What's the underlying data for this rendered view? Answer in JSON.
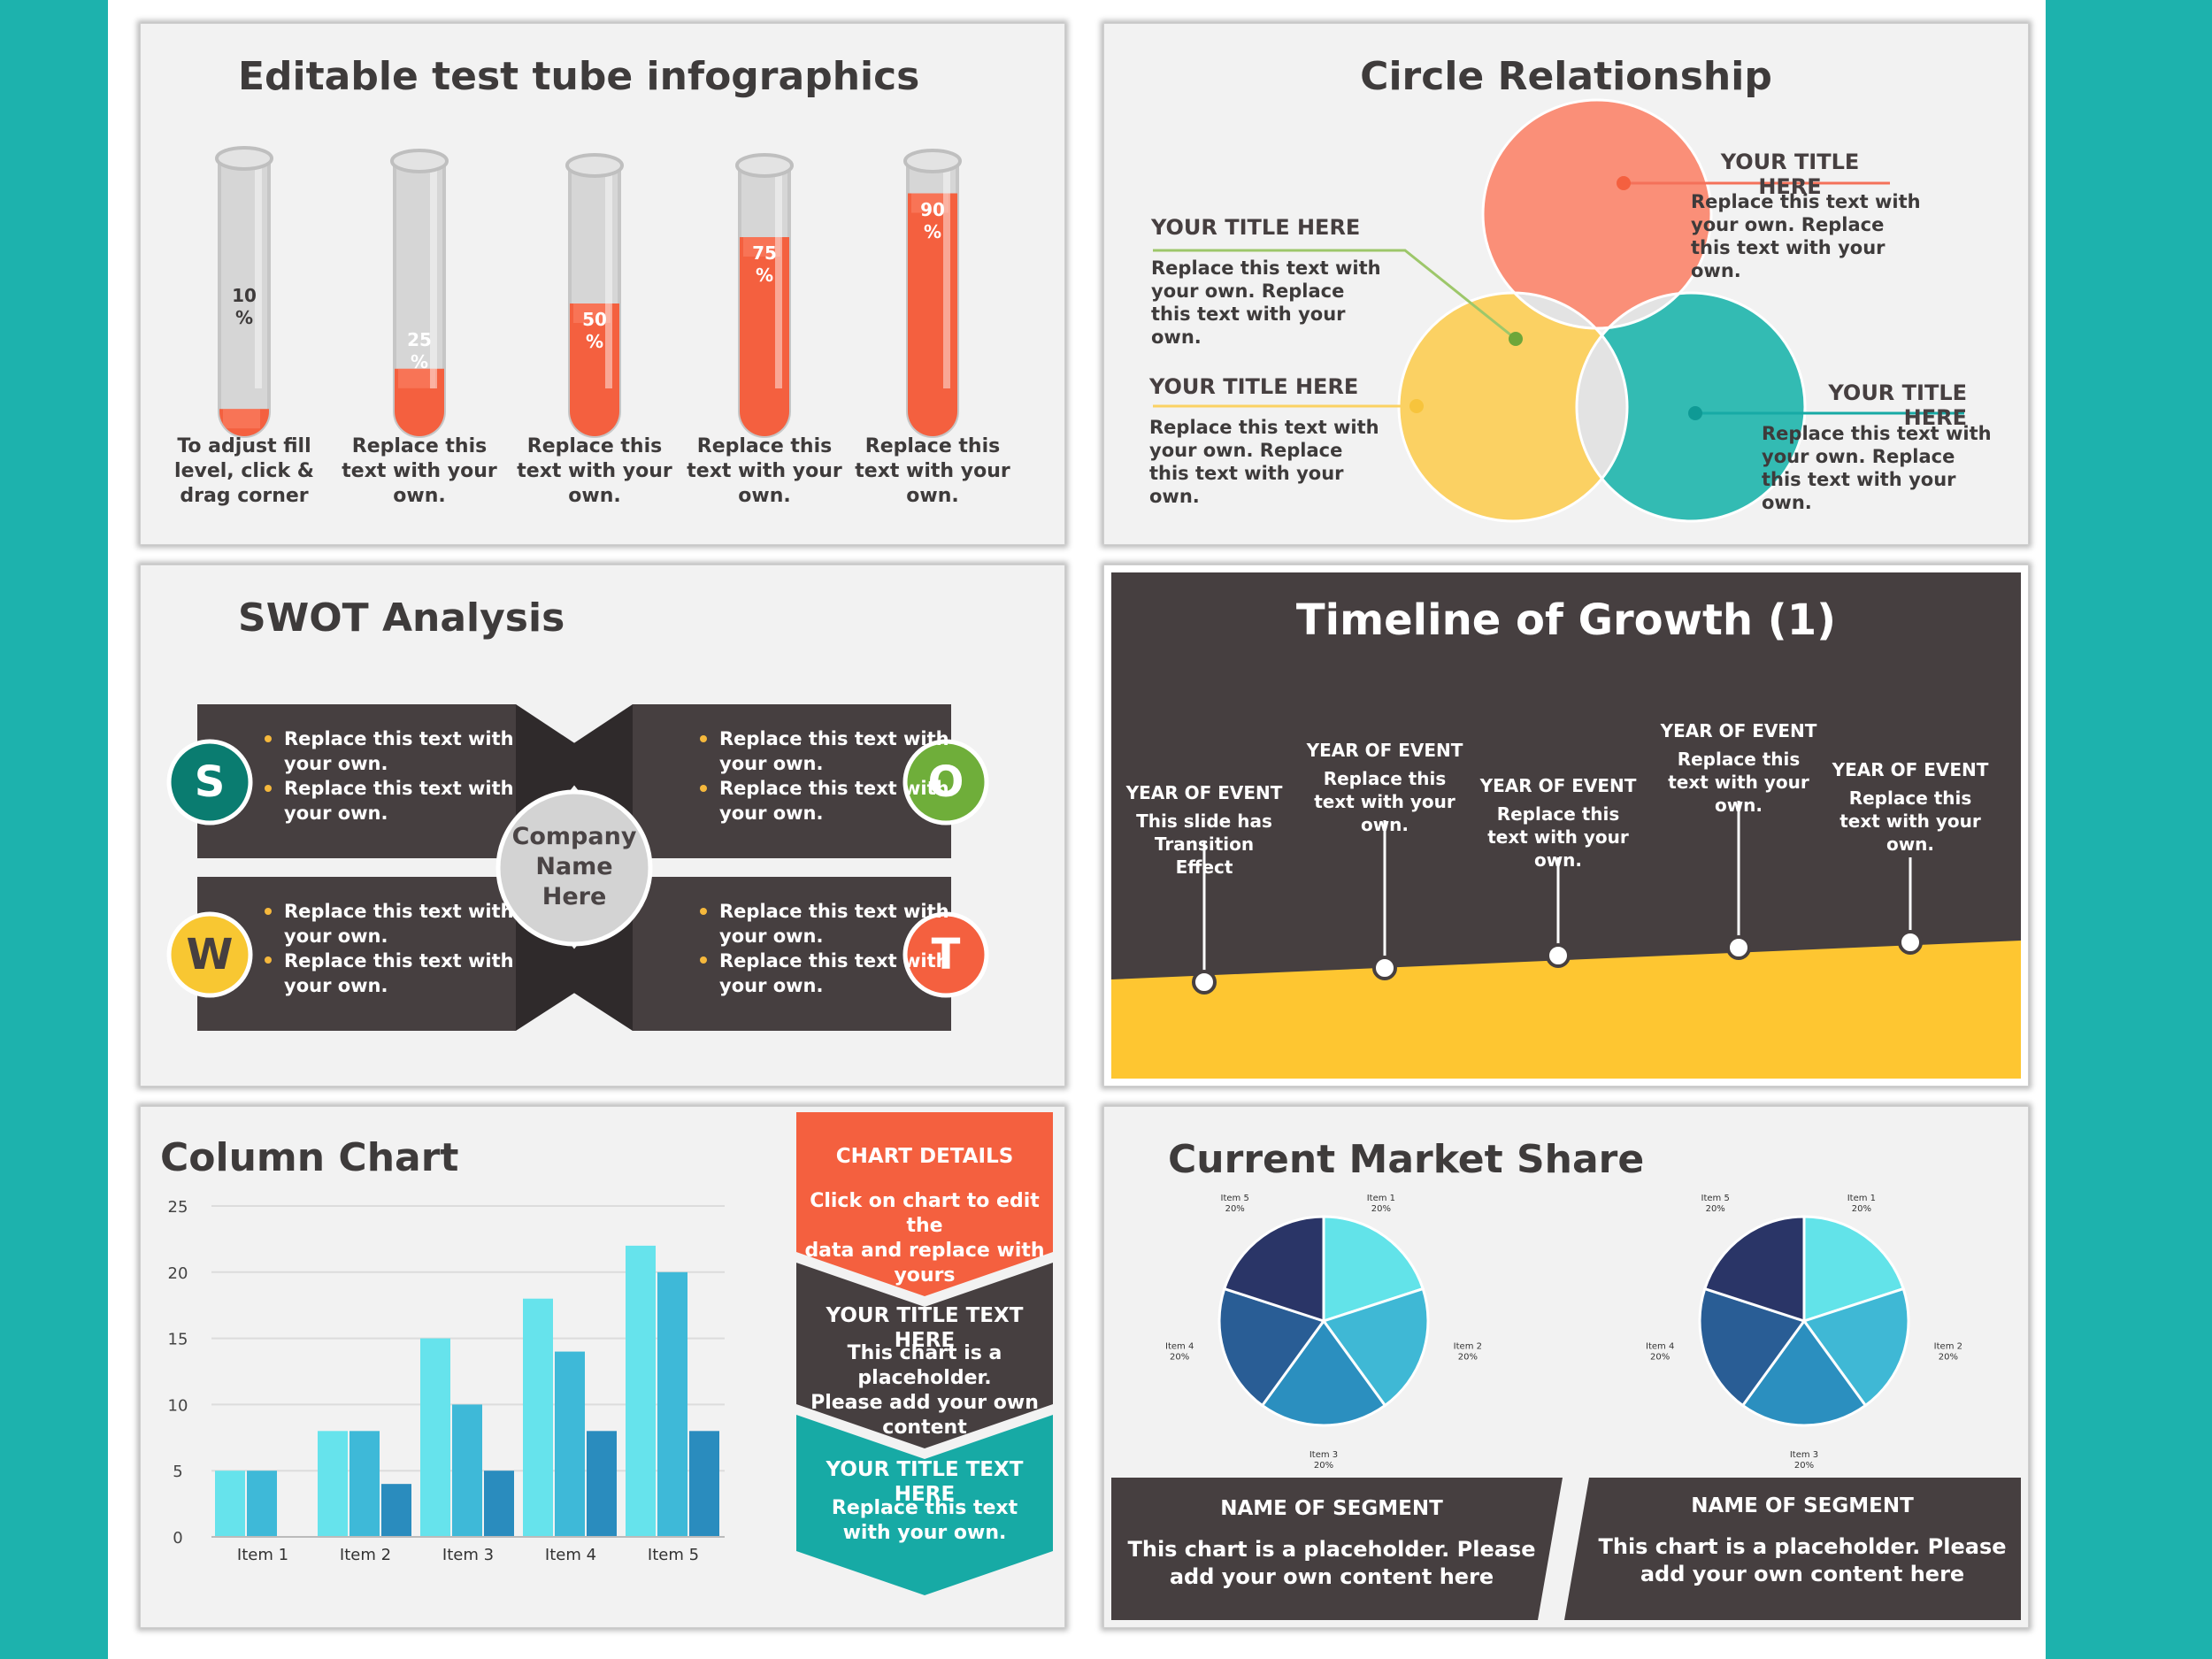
{
  "colors": {
    "teal_bg": "#1db2ad",
    "accent_red": "#f4603f",
    "accent_teal": "#17aaa5",
    "accent_yellow": "#fbd163",
    "dark": "#463f40",
    "timeline_yellow": "#fec631"
  },
  "tubes": {
    "title": "Editable test tube infographics",
    "items": [
      {
        "fill": 10,
        "label": "10",
        "unit": "%",
        "caption": [
          "To adjust fill",
          "level, click &",
          "drag corner"
        ]
      },
      {
        "fill": 25,
        "label": "25",
        "unit": "%",
        "caption": [
          "Replace this",
          "text with your",
          "own."
        ]
      },
      {
        "fill": 50,
        "label": "50",
        "unit": "%",
        "caption": [
          "Replace this",
          "text with your",
          "own."
        ]
      },
      {
        "fill": 75,
        "label": "75",
        "unit": "%",
        "caption": [
          "Replace this",
          "text with your",
          "own."
        ]
      },
      {
        "fill": 90,
        "label": "90",
        "unit": "%",
        "caption": [
          "Replace this",
          "text with your",
          "own."
        ]
      }
    ]
  },
  "circle": {
    "title": "Circle Relationship",
    "top_right": {
      "heading": "YOUR TITLE HERE",
      "body": [
        "Replace this text with",
        "your own. Replace",
        "this text with your",
        "own."
      ]
    },
    "top_left": {
      "heading": "YOUR TITLE HERE",
      "body": [
        "Replace this text with",
        "your own. Replace",
        "this text with your",
        "own."
      ]
    },
    "mid_left": {
      "heading": "YOUR TITLE HERE",
      "body": [
        "Replace this text with",
        "your own. Replace",
        "this text with your",
        "own."
      ]
    },
    "mid_right": {
      "heading": "YOUR TITLE HERE",
      "body": [
        "Replace this text with",
        "your own. Replace",
        "this text with your",
        "own."
      ]
    }
  },
  "swot": {
    "title": "SWOT Analysis",
    "center": [
      "Company",
      "Name",
      "Here"
    ],
    "letters": {
      "s": "S",
      "o": "O",
      "w": "W",
      "t": "T"
    },
    "bullets": [
      "Replace this text with",
      "your own.",
      "Replace this text with",
      "your own."
    ]
  },
  "timeline": {
    "title": "Timeline of Growth (1)",
    "events": [
      {
        "year": "YEAR OF EVENT",
        "text": [
          "This slide has",
          "Transition",
          "Effect"
        ]
      },
      {
        "year": "YEAR OF EVENT",
        "text": [
          "Replace this",
          "text with your",
          "own."
        ]
      },
      {
        "year": "YEAR OF EVENT",
        "text": [
          "Replace this",
          "text with your",
          "own."
        ]
      },
      {
        "year": "YEAR OF EVENT",
        "text": [
          "Replace this",
          "text with your",
          "own."
        ]
      },
      {
        "year": "YEAR OF EVENT",
        "text": [
          "Replace this",
          "text with your",
          "own."
        ]
      }
    ]
  },
  "column": {
    "title": "Column Chart",
    "details": {
      "heading": "CHART DETAILS",
      "body": [
        "Click on chart to edit the",
        "data and replace with",
        "yours"
      ]
    },
    "box2": {
      "heading": "YOUR TITLE TEXT HERE",
      "body": [
        "This chart is a placeholder.",
        "Please add your own",
        "content"
      ]
    },
    "box3": {
      "heading": "YOUR TITLE TEXT HERE",
      "body": [
        "Replace this text",
        "with your own."
      ]
    }
  },
  "market": {
    "title": "Current Market Share",
    "slice_labels": [
      [
        "Item 1",
        "20%"
      ],
      [
        "Item 2",
        "20%"
      ],
      [
        "Item 3",
        "20%"
      ],
      [
        "Item 4",
        "20%"
      ],
      [
        "Item 5",
        "20%"
      ]
    ],
    "seg_left": {
      "heading": "NAME OF SEGMENT",
      "body": [
        "This chart is a placeholder. Please",
        "add your own content here"
      ]
    },
    "seg_right": {
      "heading": "NAME OF SEGMENT",
      "body": [
        "This chart is a placeholder. Please",
        "add your own content here"
      ]
    }
  },
  "chart_data": [
    {
      "type": "bar",
      "title": "Column Chart",
      "categories": [
        "Item 1",
        "Item 2",
        "Item 3",
        "Item 4",
        "Item 5"
      ],
      "series": [
        {
          "values": [
            5,
            8,
            15,
            18,
            22
          ]
        },
        {
          "values": [
            5,
            8,
            10,
            14,
            20
          ]
        },
        {
          "values": [
            0,
            4,
            5,
            8,
            8
          ]
        }
      ],
      "ylim": [
        0,
        25
      ],
      "yticks": [
        0,
        5,
        10,
        15,
        20,
        25
      ],
      "grid": true,
      "colors": [
        "#66e3ec",
        "#3eb9d8",
        "#2a8cbe"
      ]
    },
    {
      "type": "pie",
      "title": "Current Market Share",
      "categories": [
        "Item 1",
        "Item 2",
        "Item 3",
        "Item 4",
        "Item 5"
      ],
      "values": [
        20,
        20,
        20,
        20,
        20
      ],
      "colors": [
        "#62e3e9",
        "#3fb8d5",
        "#2b8fbf",
        "#295d95",
        "#2a3567"
      ]
    },
    {
      "type": "pie",
      "title": "Current Market Share",
      "categories": [
        "Item 1",
        "Item 2",
        "Item 3",
        "Item 4",
        "Item 5"
      ],
      "values": [
        20,
        20,
        20,
        20,
        20
      ],
      "colors": [
        "#62e3e9",
        "#3fb8d5",
        "#2b8fbf",
        "#295d95",
        "#2a3567"
      ]
    }
  ]
}
